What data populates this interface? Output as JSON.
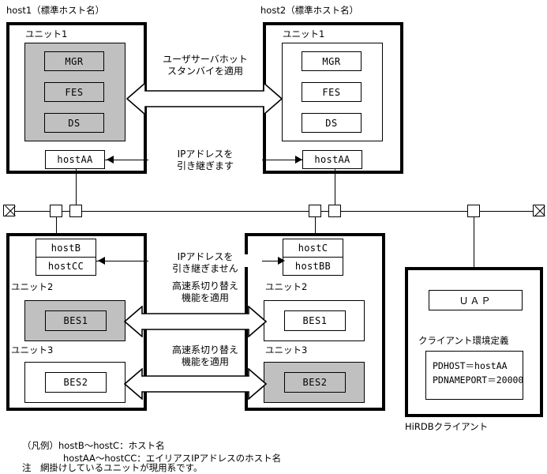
{
  "diagram": {
    "top_left_host": {
      "title": "host1（標準ホスト名）",
      "unit_label": "ユニット1",
      "servers": [
        "MGR",
        "FES",
        "DS"
      ],
      "alias_name": "hostAA",
      "active": true
    },
    "top_right_host": {
      "title": "host2（標準ホスト名）",
      "unit_label": "ユニット1",
      "servers": [
        "MGR",
        "FES",
        "DS"
      ],
      "alias_name": "hostAA",
      "active": false
    },
    "bottom_left_host": {
      "host_name": "hostB",
      "alias_name": "hostCC",
      "unit2_label": "ユニット2",
      "unit2_server": "BES1",
      "unit2_active": true,
      "unit3_label": "ユニット3",
      "unit3_server": "BES2",
      "unit3_active": false
    },
    "bottom_right_host": {
      "host_name": "hostC",
      "alias_name": "hostBB",
      "unit2_label": "ユニット2",
      "unit2_server": "BES1",
      "unit2_active": false,
      "unit3_label": "ユニット3",
      "unit3_server": "BES2",
      "unit3_active": true
    },
    "client": {
      "uap_label": "ＵＡＰ",
      "env_title": "クライアント環境定義",
      "env_lines": [
        "PDHOST＝hostAA",
        "PDNAMEPORT＝20000"
      ],
      "caption": "HiRDBクライアント"
    },
    "annotations": {
      "hot_standby": "ユーザサーバホット\nスタンバイを適用",
      "ip_takeover": "IPアドレスを\n引き継ぎます",
      "ip_no_takeover": "IPアドレスを\n引き継ぎません",
      "fast_switch_1": "高速系切り替え\n機能を適用",
      "fast_switch_2": "高速系切り替え\n機能を適用"
    },
    "legend": {
      "line1": "（凡例）hostB〜hostC：ホスト名",
      "line2": "hostAA〜hostCC：エイリアスIPアドレスのホスト名",
      "line3": "注　網掛けしているユニットが現用系です。"
    },
    "colors": {
      "active_fill": "#c0c0c0",
      "stroke": "#000000",
      "background": "#ffffff"
    }
  }
}
